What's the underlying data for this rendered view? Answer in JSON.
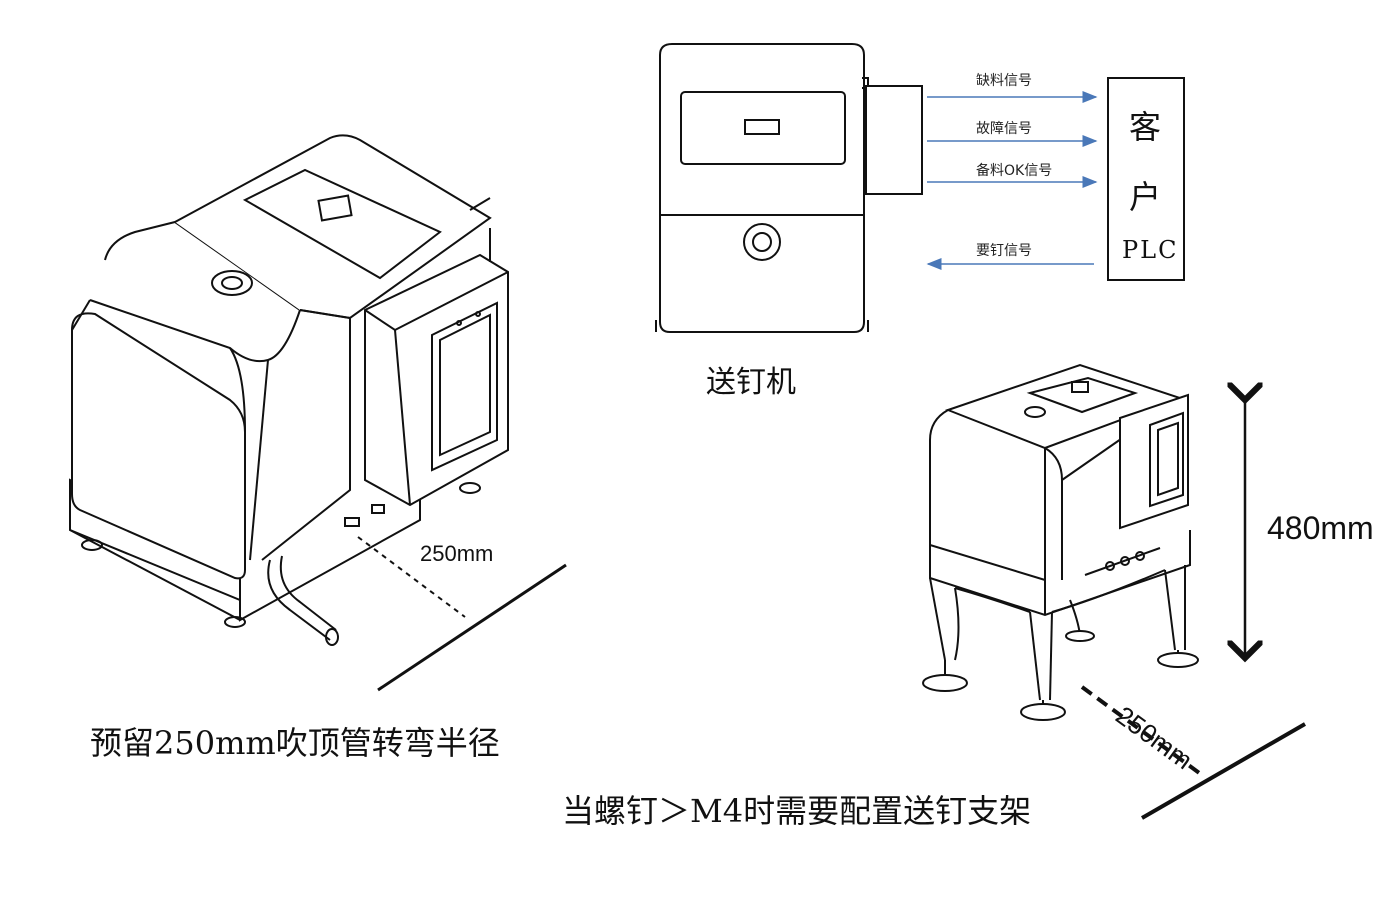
{
  "signals": {
    "out1": "缺料信号",
    "out2": "故障信号",
    "out3": "备料OK信号",
    "in1": "要钉信号"
  },
  "plc_box": {
    "line1": "客",
    "line2": "户",
    "line3": "PLC"
  },
  "feeder_label": "送钉机",
  "dims": {
    "left_radius": "250mm",
    "height": "480mm",
    "right_radius": "250mm"
  },
  "captions": {
    "left": "预留250mm吹顶管转弯半径",
    "right": "当螺钉＞M4时需要配置送钉支架"
  },
  "colors": {
    "arrow": "#4a78b8",
    "line": "#111111"
  }
}
